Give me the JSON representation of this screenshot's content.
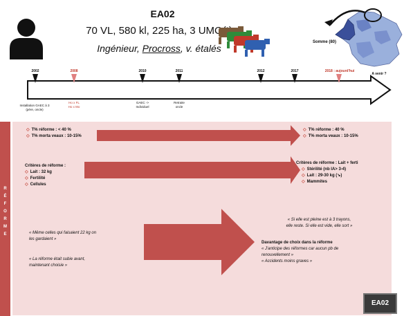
{
  "header": {
    "title": "EA02",
    "subtitle": "70 VL, 580 kl, 225 ha, 3 UMO(t)",
    "profile_a": "Ingénieur,",
    "profile_b": "Procross",
    "profile_c": ", v. étalés",
    "map_label": "Somme (80)"
  },
  "timeline": {
    "years": [
      {
        "label": "2002",
        "color": "black"
      },
      {
        "label": "2008",
        "color": "red"
      },
      {
        "label": "2010",
        "color": "black"
      },
      {
        "label": "2011",
        "color": "black"
      },
      {
        "label": "2012",
        "color": "black"
      },
      {
        "label": "2017",
        "color": "black"
      },
      {
        "label": "2018 : aujourd'hui",
        "color": "red"
      },
      {
        "label": "A venir ?",
        "color": "black"
      }
    ],
    "events": [
      {
        "line1": "Installation GAEC à 3",
        "line2": "(père, oncle)"
      },
      {
        "line1": "Ho x FL",
        "line2": "Ho x Mo"
      },
      {
        "line1": "GAEC ->",
        "line2": "Individuel"
      },
      {
        "line1": "Retraite",
        "line2": "oncle"
      }
    ]
  },
  "sidebar": {
    "letters": [
      "R",
      "É",
      "F",
      "O",
      "R",
      "M",
      "E"
    ]
  },
  "rows": {
    "row1_left": [
      "T% réforme : < 40 %",
      "T% morta veaux : 10-15%"
    ],
    "row1_right": [
      "T% réforme : 40 %",
      "T% morta veaux : 10-15%"
    ],
    "row2_left_title": "Critères de réforme :",
    "row2_left": [
      "Lait : 32 kg",
      "Fertilité",
      "Cellules"
    ],
    "row2_right_title": "Critères de réforme : Lait + ferti",
    "row2_right": [
      "Stérilité (nb IA> 3-4)",
      "Lait : 29-30 kg (↘)",
      "Mammites"
    ],
    "quotes_left": [
      "« Même celles qui faisaient 22 kg on",
      "les gardaient »",
      "« La réforme était subie avant,",
      "maintenant choisie »"
    ],
    "quote_right_1a": "« Si elle est pleine est à 3 trayons,",
    "quote_right_1b": "elle reste. Si elle est vide, elle sort »",
    "choice_title": "Davantage de choix dans la réforme",
    "choice_q1a": "« J'anticipe des réformes car aucun pb de",
    "choice_q1b": "renouvellement »",
    "choice_q2": "« Accidents moins graves »"
  },
  "badge": "EA02"
}
